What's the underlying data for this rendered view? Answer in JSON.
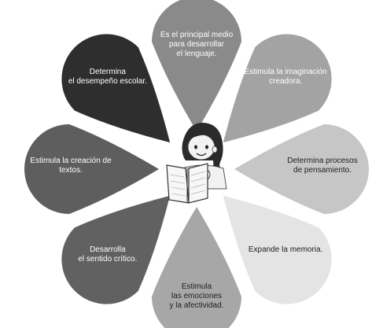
{
  "petals": [
    {
      "text": "Es el principal medio\npara desarrollar\nel lenguaje.",
      "fill": "#8a8a8a",
      "text_color": "#ffffff"
    },
    {
      "text": "Estimula la imaginación\ncreadora.",
      "fill": "#a3a3a3",
      "text_color": "#ffffff"
    },
    {
      "text": "Determina procesos\nde pensamiento.",
      "fill": "#c6c6c6",
      "text_color": "#1e1e1e"
    },
    {
      "text": "Expande la memoria.",
      "fill": "#e4e4e4",
      "text_color": "#1e1e1e"
    },
    {
      "text": "Estimula\nlas emociones\ny la afectividad.",
      "fill": "#a7a7a7",
      "text_color": "#1e1e1e"
    },
    {
      "text": "Desarrolla\nel sentido crítico.",
      "fill": "#616161",
      "text_color": "#ffffff"
    },
    {
      "text": "Estimula la creación de\ntextos.",
      "fill": "#5e5e5e",
      "text_color": "#ffffff"
    },
    {
      "text": "Determina\nel desempeño escolar.",
      "fill": "#2e2e2e",
      "text_color": "#ffffff"
    }
  ],
  "center_illustration": "girl-reading-book-illustration"
}
